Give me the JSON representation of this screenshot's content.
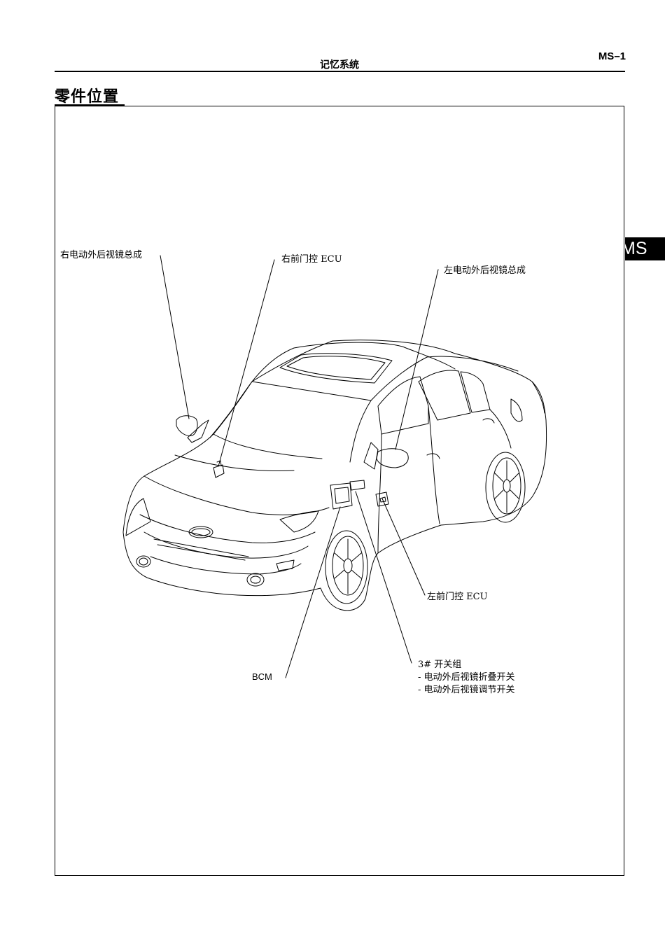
{
  "header": {
    "title": "记忆系统",
    "page_number": "MS–1"
  },
  "section": {
    "title": "零件位置"
  },
  "side_tab": {
    "label": "MS"
  },
  "figure": {
    "labels": {
      "right_mirror": "右电动外后视镜总成",
      "right_door_ecu": "右前门控 ECU",
      "left_mirror": "左电动外后视镜总成",
      "left_door_ecu": "左前门控 ECU",
      "bcm": "BCM",
      "switch_group": {
        "title": "3# 开关组",
        "items": [
          "- 电动外后视镜折叠开关",
          "- 电动外后视镜调节开关"
        ]
      }
    }
  }
}
